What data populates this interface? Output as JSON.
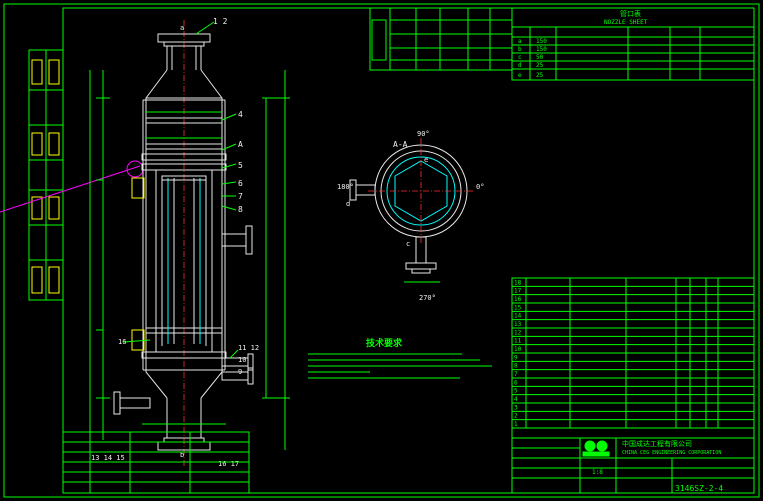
{
  "title_block": {
    "company_cn": "中国成达工程有限公司",
    "company_en_1": "CHINA CEG ENGINEERING CORPORATION",
    "scale": "1:8",
    "drawing_no": "3146SZ-2-4"
  },
  "nozzle_schedule": {
    "title_cn": "管口表",
    "title_en": "NOZZLE SHEET",
    "rows": [
      {
        "mark": "a",
        "dn": "150"
      },
      {
        "mark": "b",
        "dn": "150"
      },
      {
        "mark": "c",
        "dn": "50"
      },
      {
        "mark": "d",
        "dn": "25"
      },
      {
        "mark": "e",
        "dn": "25"
      }
    ]
  },
  "requirements": {
    "title_cn": "技术要求"
  },
  "labels": {
    "part_12": "1 2",
    "part_4": "4",
    "part_A": "A",
    "part_5": "5",
    "part_6": "6",
    "part_7": "7",
    "part_8": "8",
    "part_16": "16",
    "part_1112": "11 12",
    "part_10": "10",
    "part_9": "9",
    "part_131415": "13 14 15",
    "part_1617": "16 17",
    "view_aa": "A-A",
    "angle_0": "0°",
    "angle_90": "90°",
    "angle_180": "180°",
    "angle_270": "270°",
    "mark_a": "a",
    "mark_b": "b",
    "mark_c": "c",
    "mark_d": "d",
    "mark_e": "e"
  },
  "bom_numbers": [
    "18",
    "17",
    "16",
    "15",
    "14",
    "13",
    "12",
    "11",
    "10",
    "9",
    "8",
    "7",
    "6",
    "5",
    "4",
    "3",
    "2",
    "1"
  ]
}
